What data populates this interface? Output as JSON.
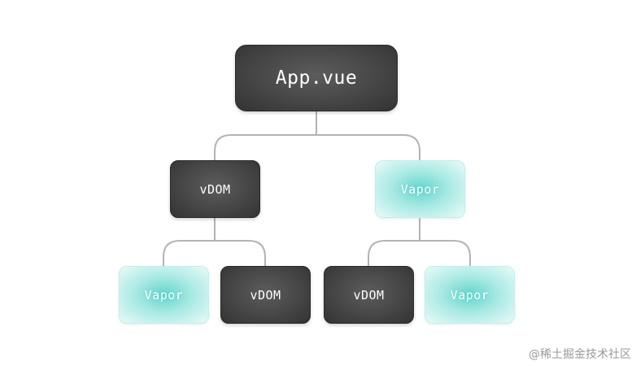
{
  "diagram": {
    "root": {
      "label": "App.vue",
      "kind": "dark"
    },
    "level1": [
      {
        "label": "vDOM",
        "kind": "dark"
      },
      {
        "label": "Vapor",
        "kind": "vapor"
      }
    ],
    "level2": [
      {
        "label": "Vapor",
        "kind": "vapor"
      },
      {
        "label": "vDOM",
        "kind": "dark"
      },
      {
        "label": "vDOM",
        "kind": "dark"
      },
      {
        "label": "Vapor",
        "kind": "vapor"
      }
    ]
  },
  "colors": {
    "dark_node": "#464646",
    "vapor_node": "#5fd6cc",
    "connector": "#b3b3b3",
    "watermark": "#9a9a9a"
  },
  "watermark": {
    "text": "@稀土掘金技术社区"
  }
}
